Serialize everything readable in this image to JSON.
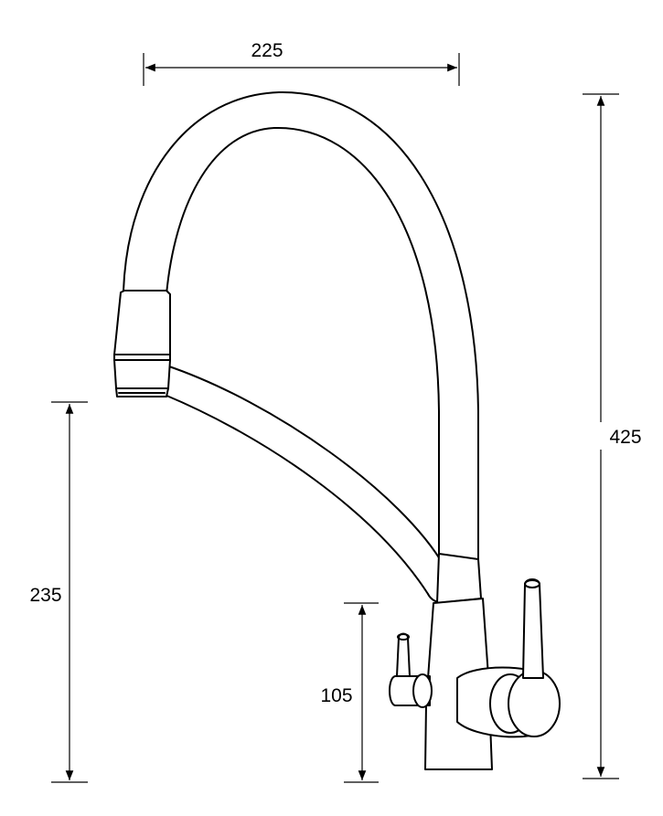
{
  "dimensions": {
    "width": "225",
    "height_total": "425",
    "spout_height": "235",
    "handle_height": "105"
  }
}
